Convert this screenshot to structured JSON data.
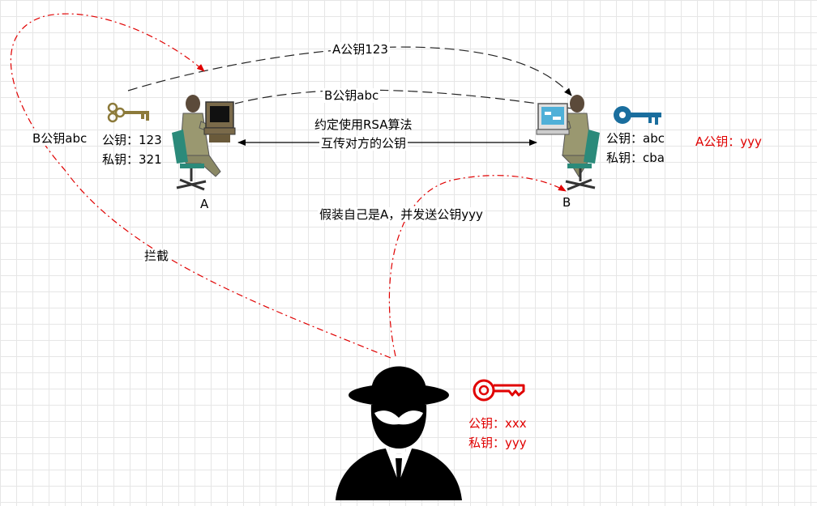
{
  "nodes": {
    "a": {
      "name": "A",
      "public_key": "公钥：123",
      "private_key": "私钥：321"
    },
    "b": {
      "name": "B",
      "public_key": "公钥：abc",
      "private_key": "私钥：cba",
      "fake_key": "A公钥：yyy"
    },
    "attacker": {
      "public_key": "公钥：xxx",
      "private_key": "私钥：yyy"
    }
  },
  "edges": {
    "a_to_b_key": "A公钥123",
    "b_to_a_key": "B公钥abc",
    "agreement_line1": "约定使用RSA算法",
    "agreement_line2": "互传对方的公钥",
    "intercepted_key": "B公钥abc",
    "intercept": "拦截",
    "impersonate": "假装自己是A，并发送公钥yyy"
  },
  "colors": {
    "attack": "#e00000",
    "normal": "#333333",
    "b_key": "#1a6e9e",
    "a_key": "#7a6a2e"
  }
}
